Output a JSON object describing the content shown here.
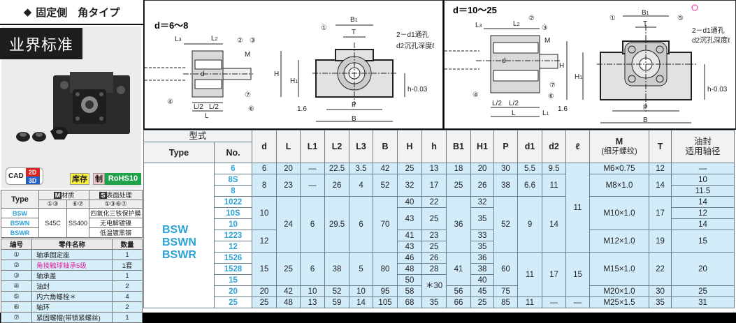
{
  "header": {
    "title": "固定側　角タイプ",
    "diamond": "◆"
  },
  "badge": "业界标准",
  "cad": {
    "label": "CAD",
    "d2": "2D",
    "d3": "3D"
  },
  "tags": {
    "stock": "库存",
    "made": "制",
    "rohs": "RoHS10"
  },
  "colors": {
    "accent": "#2aa3d8",
    "cell": "#d3ecf9",
    "highlight": "#e0279a",
    "rohs": "#1fa24a"
  },
  "material_table": {
    "type_header": "Type",
    "material_header": "材质",
    "material_icon": "M",
    "surface_header": "表面处理",
    "surface_icon": "S",
    "mat_cols": [
      "①③",
      "⑥⑦"
    ],
    "surface_col": "①③⑥⑦",
    "types": [
      "BSW",
      "BSWN",
      "BSWR"
    ],
    "mat1": "S45C",
    "mat2": "SS400",
    "surfaces": [
      "四氧化三铁保护膜",
      "无电解镀镍",
      "低温镀黑铬"
    ]
  },
  "parts_table": {
    "headers": [
      "编号",
      "零件名称",
      "数量"
    ],
    "rows": [
      [
        "①",
        "轴承固定座",
        "1"
      ],
      [
        "②",
        "角接触球轴承5级",
        "1套"
      ],
      [
        "③",
        "轴承盖",
        "1"
      ],
      [
        "④",
        "油封",
        "2"
      ],
      [
        "⑤",
        "内六角螺栓＊",
        "4"
      ],
      [
        "⑥",
        "轴环",
        "2"
      ],
      [
        "⑦",
        "紧固螺帽(带锁紧螺丝)",
        "1"
      ]
    ]
  },
  "diagram1": {
    "range": "d＝6～8",
    "labels": [
      "L3",
      "L2",
      "L/2",
      "L/2",
      "L",
      "d",
      "M",
      "B1",
      "T",
      "H",
      "H1",
      "P",
      "B",
      "1.6",
      "h-0.03",
      "0"
    ],
    "callouts": [
      "①",
      "②",
      "③",
      "④",
      "⑥",
      "⑦"
    ],
    "hole_note1": "2－d1通孔",
    "hole_note2": "d2沉孔深度ℓ"
  },
  "diagram2": {
    "range": "d＝10～25",
    "labels": [
      "L3",
      "L2",
      "L/2",
      "L/2",
      "L",
      "L1",
      "d",
      "M",
      "B1",
      "T",
      "H",
      "H1",
      "P",
      "B",
      "1.6",
      "h-0.03",
      "0"
    ],
    "callouts": [
      "①",
      "②",
      "③",
      "④",
      "⑤",
      "⑥",
      "⑦"
    ],
    "hole_note1": "2－d1通孔",
    "hole_note2": "d2沉孔深度ℓ"
  },
  "spec_table": {
    "group_header": "型式",
    "type_header": "Type",
    "no_header": "No.",
    "cols": [
      "d",
      "L",
      "L1",
      "L2",
      "L3",
      "B",
      "H",
      "h",
      "B1",
      "H1",
      "P",
      "d1",
      "d2",
      "ℓ"
    ],
    "m_header": "M",
    "m_sub": "(细牙螺纹)",
    "t_header": "T",
    "seal_header1": "油封",
    "seal_header2": "适用轴径",
    "types": [
      "BSW",
      "BSWN",
      "BSWR"
    ],
    "nos": [
      "6",
      "8S",
      "8",
      "1022",
      "10S",
      "10",
      "1223",
      "12",
      "1526",
      "1528",
      "15",
      "20",
      "25"
    ],
    "d": [
      "6",
      "8",
      "10",
      "12",
      "15",
      "20",
      "25"
    ],
    "L": [
      "20",
      "23",
      "24",
      "25",
      "42",
      "48"
    ],
    "L1": [
      "—",
      "—",
      "6",
      "6",
      "10",
      "13"
    ],
    "L2": [
      "22.5",
      "26",
      "29.5",
      "38",
      "52",
      "59"
    ],
    "L3": [
      "3.5",
      "4",
      "6",
      "5",
      "10",
      "14"
    ],
    "B": [
      "42",
      "52",
      "70",
      "80",
      "95",
      "105"
    ],
    "H": [
      "25",
      "32",
      "40",
      "43",
      "41",
      "43",
      "46",
      "48",
      "50",
      "58",
      "68"
    ],
    "h": [
      "13",
      "17",
      "22",
      "25",
      "23",
      "25",
      "26",
      "28",
      "＊30",
      "35"
    ],
    "B1": [
      "18",
      "25",
      "36",
      "41",
      "56",
      "66"
    ],
    "H1": [
      "20",
      "26",
      "32",
      "35",
      "33",
      "35",
      "36",
      "38",
      "40",
      "45",
      "25"
    ],
    "P": [
      "30",
      "38",
      "52",
      "60",
      "75",
      "85"
    ],
    "d1": [
      "5.5",
      "6.6",
      "9",
      "11",
      "11"
    ],
    "d2": [
      "9.5",
      "11",
      "14",
      "17",
      "—"
    ],
    "l": [
      "11",
      "15",
      "—"
    ],
    "M": [
      "M6×0.75",
      "M8×1.0",
      "M10×1.0",
      "M12×1.0",
      "M15×1.0",
      "M20×1.0",
      "M25×1.5"
    ],
    "T": [
      "12",
      "14",
      "17",
      "19",
      "22",
      "30",
      "35"
    ],
    "seal": [
      "—",
      "10",
      "11.5",
      "14",
      "12",
      "14",
      "15",
      "20",
      "25",
      "31"
    ]
  }
}
